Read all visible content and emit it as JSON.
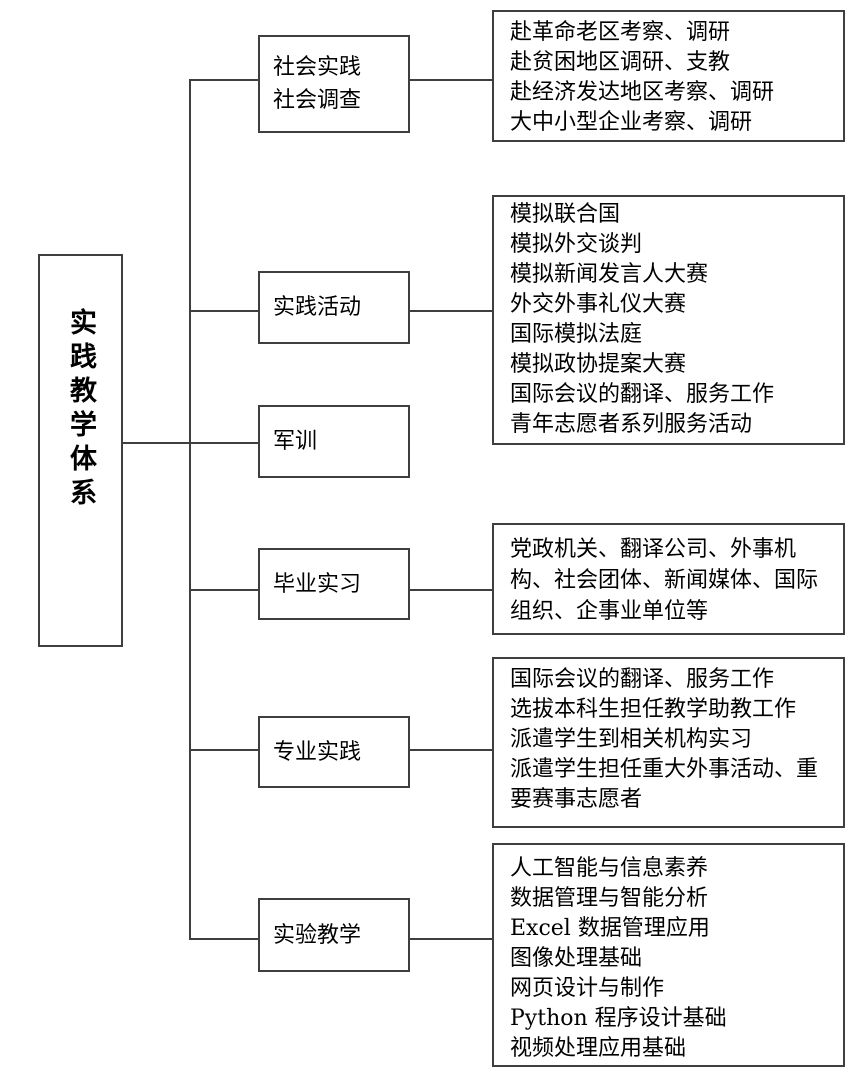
{
  "title": "实践教学体系",
  "colors": {
    "border": "#3f3f3f",
    "text": "#000000",
    "background": "#ffffff"
  },
  "root": {
    "label": "实践教学体系"
  },
  "branches": [
    {
      "label": "社会实践\n社会调查",
      "items": [
        "赴革命老区考察、调研",
        "赴贫困地区调研、支教",
        "赴经济发达地区考察、调研",
        "大中小型企业考察、调研"
      ]
    },
    {
      "label": "实践活动",
      "items": [
        "模拟联合国",
        "模拟外交谈判",
        "模拟新闻发言人大赛",
        "外交外事礼仪大赛",
        "国际模拟法庭",
        "模拟政协提案大赛",
        "国际会议的翻译、服务工作",
        "青年志愿者系列服务活动"
      ]
    },
    {
      "label": "军训",
      "items": []
    },
    {
      "label": "毕业实习",
      "items": [
        "党政机关、翻译公司、外事机构、社会团体、新闻媒体、国际组织、企事业单位等"
      ]
    },
    {
      "label": "专业实践",
      "items": [
        "国际会议的翻译、服务工作",
        "选拔本科生担任教学助教工作",
        "派遣学生到相关机构实习",
        "派遣学生担任重大外事活动、重要赛事志愿者"
      ]
    },
    {
      "label": "实验教学",
      "items": [
        "人工智能与信息素养",
        "数据管理与智能分析",
        "Excel 数据管理应用",
        "图像处理基础",
        "网页设计与制作",
        "Python 程序设计基础",
        "视频处理应用基础"
      ]
    }
  ]
}
